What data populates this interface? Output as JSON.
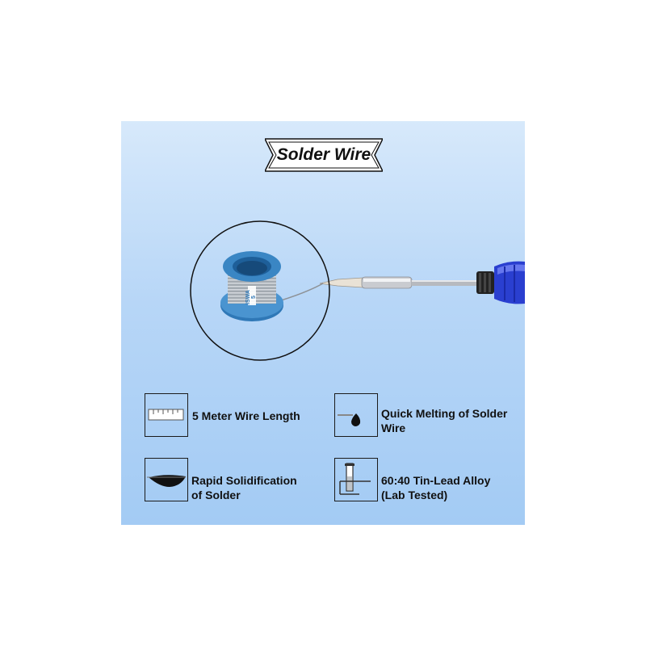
{
  "title": "Solder Wire",
  "spool_label": "ISWA 5",
  "features": [
    {
      "icon": "ruler-icon",
      "lines": [
        "5 Meter Wire Length"
      ]
    },
    {
      "icon": "molten-drop-icon",
      "lines": [
        "Quick Melting of Solder",
        "Wire"
      ]
    },
    {
      "icon": "solidified-puddle-icon",
      "lines": [
        "Rapid Solidification",
        "of Solder"
      ]
    },
    {
      "icon": "test-tube-icon",
      "lines": [
        "60:40 Tin-Lead Alloy",
        "(Lab Tested)"
      ]
    }
  ],
  "colors": {
    "background_top": "#d7e9fb",
    "background_bottom": "#a3cbf4",
    "spool_blue": "#3a86c4",
    "handle_blue": "#2a3fd0",
    "text": "#111111"
  }
}
